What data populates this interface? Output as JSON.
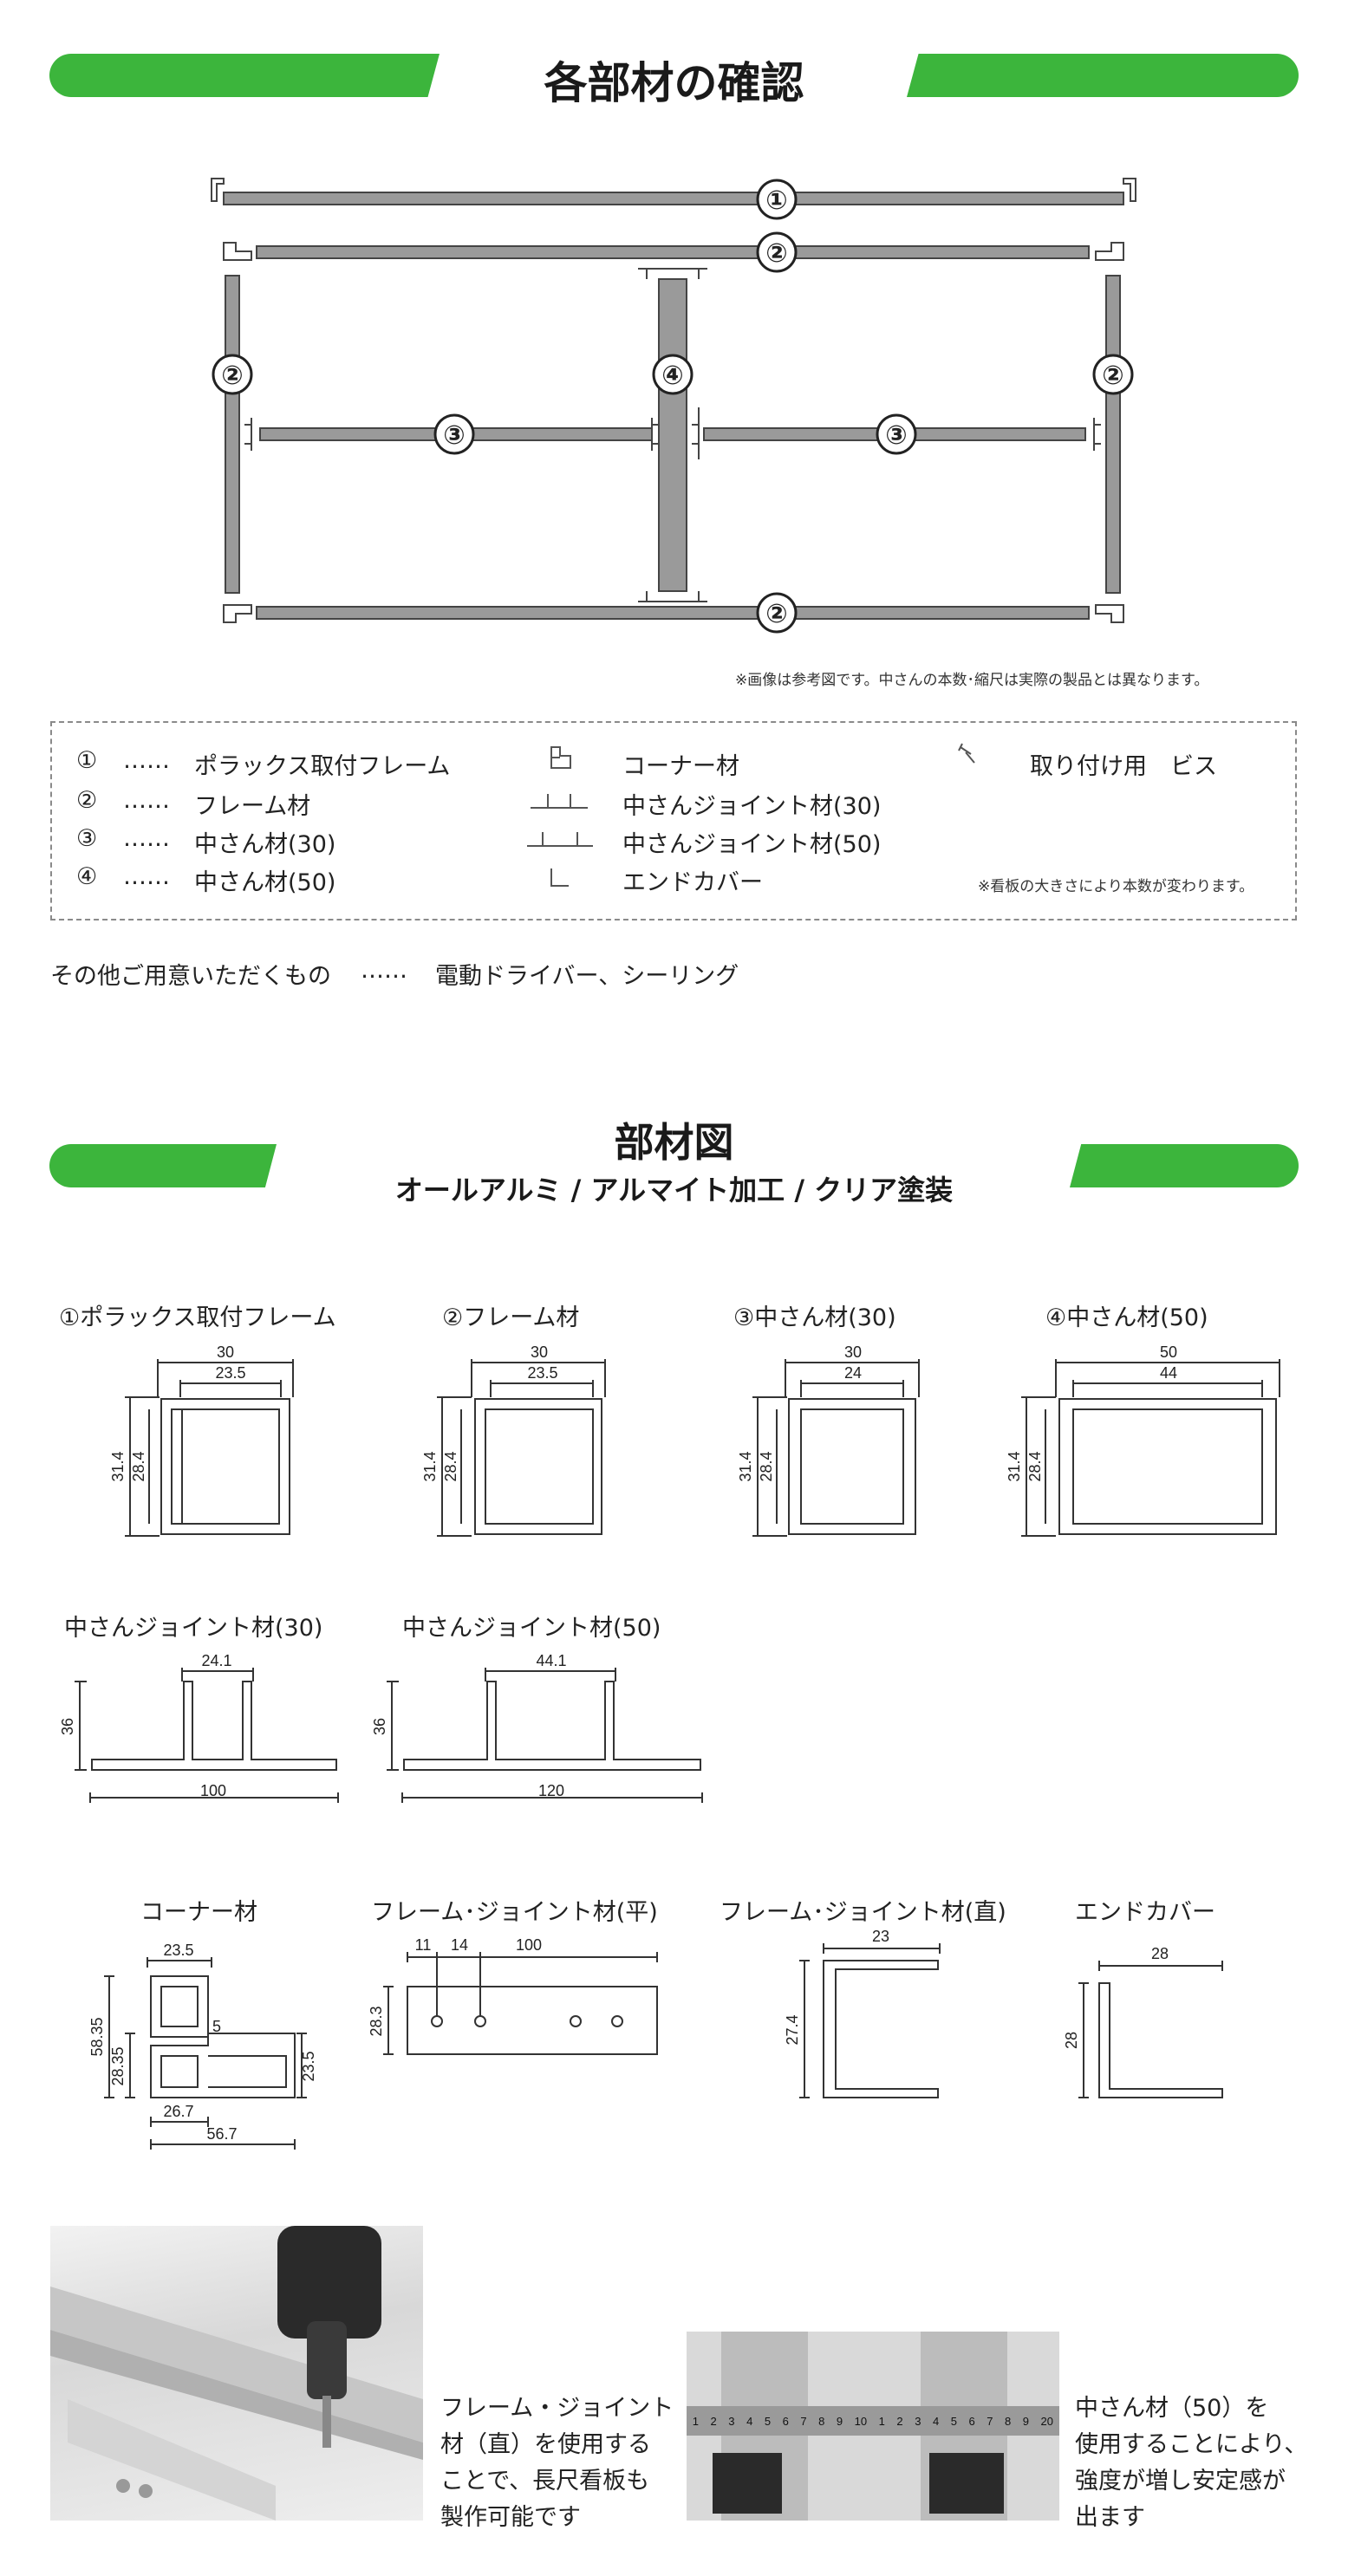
{
  "section1": {
    "title": "各部材の確認",
    "callouts": [
      "①",
      "②",
      "③",
      "④"
    ],
    "note": "※画像は参考図です。中さんの本数･縮尺は実際の製品とは異なります。"
  },
  "legend": {
    "items": [
      {
        "num": "①",
        "dots": "……",
        "label": "ポラックス取付フレーム"
      },
      {
        "num": "②",
        "dots": "……",
        "label": "フレーム材"
      },
      {
        "num": "③",
        "dots": "……",
        "label": "中さん材(30)"
      },
      {
        "num": "④",
        "dots": "……",
        "label": "中さん材(50)"
      }
    ],
    "parts": [
      {
        "icon": "corner-piece-icon",
        "label": "コーナー材"
      },
      {
        "icon": "joint-30-icon",
        "label": "中さんジョイント材(30)"
      },
      {
        "icon": "joint-50-icon",
        "label": "中さんジョイント材(50)"
      },
      {
        "icon": "end-cover-icon",
        "label": "エンドカバー"
      }
    ],
    "screw_label": "取り付け用　ビス",
    "note": "※看板の大きさにより本数が変わります。"
  },
  "other": {
    "label": "その他ご用意いただくもの",
    "dots": "……",
    "items": "電動ドライバー、シーリング"
  },
  "section2": {
    "title": "部材図",
    "subtitle": "オールアルミ / アルマイト加工 / クリア塗装"
  },
  "diagrams": {
    "d1": {
      "label": "①ポラックス取付フレーム",
      "w_out": "30",
      "w_in": "23.5",
      "h_out": "31.4",
      "h_in": "28.4"
    },
    "d2": {
      "label": "②フレーム材",
      "w_out": "30",
      "w_in": "23.5",
      "h_out": "31.4",
      "h_in": "28.4"
    },
    "d3": {
      "label": "③中さん材(30)",
      "w_out": "30",
      "w_in": "24",
      "h_out": "31.4",
      "h_in": "28.4"
    },
    "d4": {
      "label": "④中さん材(50)",
      "w_out": "50",
      "w_in": "44",
      "h_out": "31.4",
      "h_in": "28.4"
    },
    "j30": {
      "label": "中さんジョイント材(30)",
      "top": "24.1",
      "h": "36",
      "bottom": "100"
    },
    "j50": {
      "label": "中さんジョイント材(50)",
      "top": "44.1",
      "h": "36",
      "bottom": "120"
    },
    "corner": {
      "label": "コーナー材",
      "top": "23.5",
      "h1": "58.35",
      "h2": "28.35",
      "gap": "5",
      "right": "23.5",
      "b1": "26.7",
      "b2": "56.7"
    },
    "flat": {
      "label": "フレーム･ジョイント材(平)",
      "a": "11",
      "b": "14",
      "w": "100",
      "h": "28.3"
    },
    "straight": {
      "label": "フレーム･ジョイント材(直)",
      "w": "23",
      "h": "27.4"
    },
    "endcover": {
      "label": "エンドカバー",
      "w": "28",
      "h": "28"
    }
  },
  "photos": {
    "left_caption": [
      "フレーム・ジョイント",
      "材（直）を使用する",
      "ことで、長尺看板も",
      "製作可能です"
    ],
    "right_caption": [
      "中さん材（50）を",
      "使用することにより、",
      "強度が増し安定感が",
      "出ます"
    ],
    "ruler_numbers": [
      "1",
      "2",
      "3",
      "4",
      "5",
      "6",
      "7",
      "8",
      "9",
      "10",
      "1",
      "2",
      "3",
      "4",
      "5",
      "6",
      "7",
      "8",
      "9",
      "20"
    ]
  },
  "colors": {
    "accent": "#3cb53c",
    "bar": "#9a9a9a"
  }
}
